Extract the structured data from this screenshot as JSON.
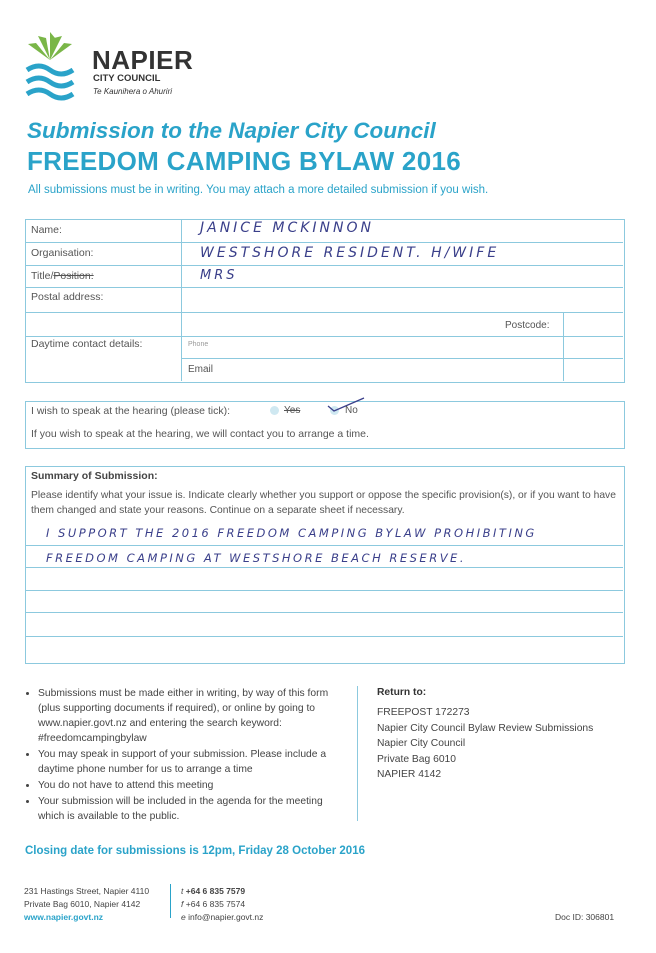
{
  "brand": {
    "name": "NAPIER",
    "sub": "CITY COUNCIL",
    "maori": "Te Kaunihera o Ahuriri",
    "colors": {
      "accent": "#2aa3c9",
      "logo_green": "#7ab648",
      "logo_blue": "#2aa3c9"
    }
  },
  "header": {
    "title_line1": "Submission to the Napier City Council",
    "title_line2": "FREEDOM CAMPING BYLAW 2016",
    "intro": "All submissions must be in writing.  You may attach a more detailed submission if you wish."
  },
  "details": {
    "name_label": "Name:",
    "name_value": "JANICE MCKINNON",
    "org_label": "Organisation:",
    "org_value": "WESTSHORE RESIDENT.   H/WIFE",
    "title_label_a": "Title/",
    "title_label_b": "Position:",
    "title_value": "MRS",
    "postal_label": "Postal address:",
    "postcode_label": "Postcode:",
    "contact_label": "Daytime contact details:",
    "phone_label": "Phone",
    "email_label": "Email"
  },
  "hearing": {
    "question": "I wish to speak at the hearing (please tick):",
    "yes_label": "Yes",
    "no_label": "No",
    "note": "If you wish to speak at the hearing, we will contact you to arrange a time."
  },
  "summary": {
    "heading": "Summary of Submission:",
    "instructions": "Please identify what your issue is. Indicate clearly whether you support or oppose the specific provision(s), or if you want to have them changed and state your reasons. Continue on a separate sheet if necessary.",
    "line1": "I SUPPORT THE 2016 FREEDOM CAMPING BYLAW PROHIBITING",
    "line2": "FREEDOM CAMPING AT WESTSHORE BEACH RESERVE."
  },
  "notes": {
    "bullets": [
      "Submissions must be made either in writing, by way of this form (plus supporting documents if required), or online by going to www.napier.govt.nz and entering the search keyword: #freedomcampingbylaw",
      "You may speak in support of your submission. Please include a daytime phone number for us to arrange a time",
      "You do not have to attend this meeting",
      "Your submission will be included in the agenda for the meeting which is available to the public."
    ]
  },
  "return_to": {
    "heading": "Return to:",
    "lines": [
      "FREEPOST 172273",
      "Napier City Council Bylaw Review Submissions",
      "Napier City Council",
      "Private Bag 6010",
      "NAPIER 4142"
    ]
  },
  "closing": "Closing date for submissions is 12pm, Friday 28 October 2016",
  "footer": {
    "address1": "231 Hastings Street, Napier 4110",
    "address2": "Private Bag 6010, Napier 4142",
    "website": "www.napier.govt.nz",
    "tel_prefix": "t",
    "tel": "+64 6 835 7579",
    "fax_prefix": "f",
    "fax": "+64 6 835 7574",
    "email_prefix": "e",
    "email": "info@napier.govt.nz",
    "doc_id": "Doc ID: 306801"
  }
}
